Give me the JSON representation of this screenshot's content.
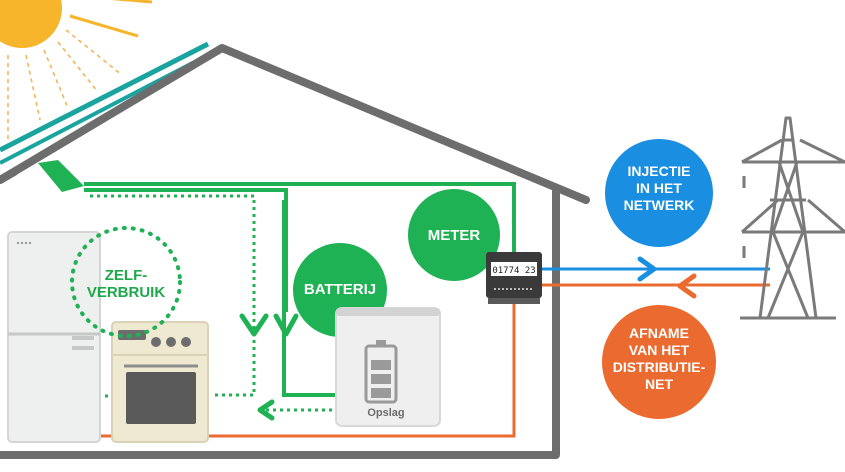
{
  "labels": {
    "zelfverbruik_1": "ZELF-",
    "zelfverbruik_2": "VERBRUIK",
    "batterij": "BATTERIJ",
    "meter": "METER",
    "opslag": "Opslag",
    "injectie_1": "INJECTIE",
    "injectie_2": "IN HET",
    "injectie_3": "NETWERK",
    "afname_1": "AFNAME",
    "afname_2": "VAN HET",
    "afname_3": "DISTRIBUTIE-",
    "afname_4": "NET",
    "meter_digits": "01774 23"
  },
  "colors": {
    "green": "#1fb255",
    "blue": "#1a8ee0",
    "orange": "#ea6a2f",
    "grey": "#6d6d6d",
    "sun": "#f7b52c",
    "panel": "#19a4a0"
  }
}
